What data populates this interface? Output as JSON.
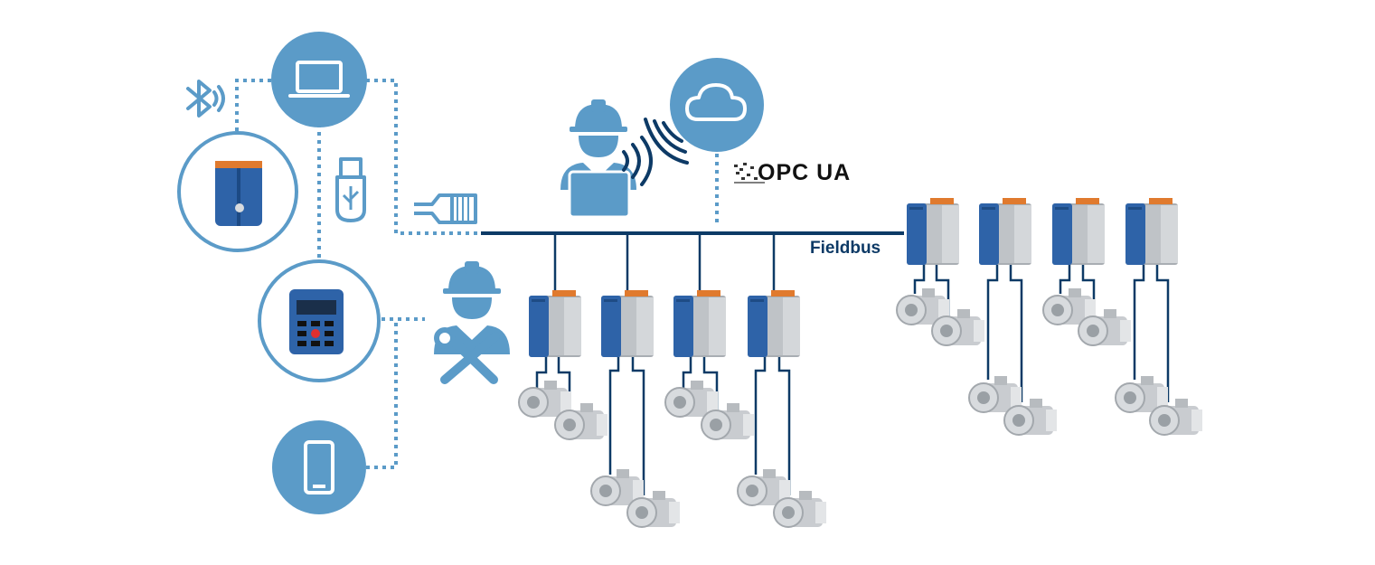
{
  "labels": {
    "fieldbus": "Fieldbus",
    "opc_ua": "OPC UA"
  },
  "colors": {
    "circle_blue": "#5b9bc8",
    "bus_navy": "#0d3a66",
    "dotted_blue": "#5b9bc8",
    "drive_blue": "#2e63a8",
    "drive_grey": "#9ea3a8",
    "drive_orange": "#e07a2e"
  },
  "icons": [
    "bluetooth-icon",
    "laptop-icon",
    "usb-stick-icon",
    "ethernet-plug-icon",
    "cloud-icon",
    "wireless-signal-icon",
    "engineer-laptop-icon",
    "technician-tools-icon",
    "smartphone-icon",
    "opc-ua-logo"
  ],
  "devices": {
    "drives_on_bus": 8,
    "motors_per_drive": 2
  }
}
